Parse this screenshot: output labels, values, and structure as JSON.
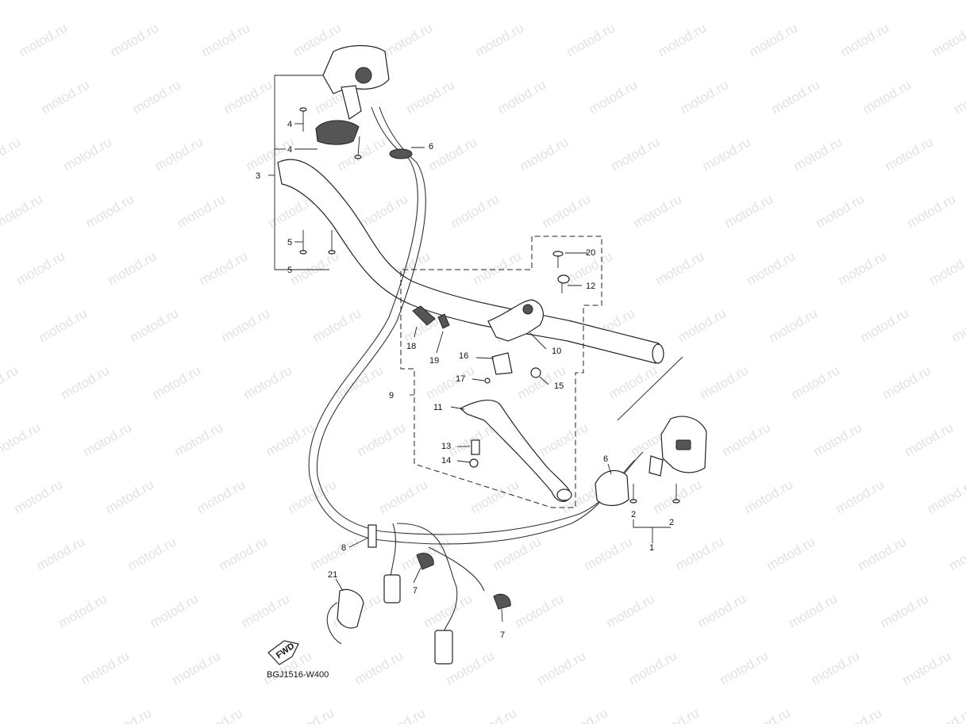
{
  "watermark": "motod.ru",
  "diagram_code": "BGJ1516-W400",
  "fwd_label": "FWD",
  "callouts": [
    "1",
    "2",
    "2",
    "3",
    "4",
    "4",
    "5",
    "5",
    "6",
    "6",
    "7",
    "7",
    "8",
    "9",
    "10",
    "11",
    "12",
    "13",
    "14",
    "15",
    "16",
    "17",
    "18",
    "19",
    "20",
    "21"
  ]
}
